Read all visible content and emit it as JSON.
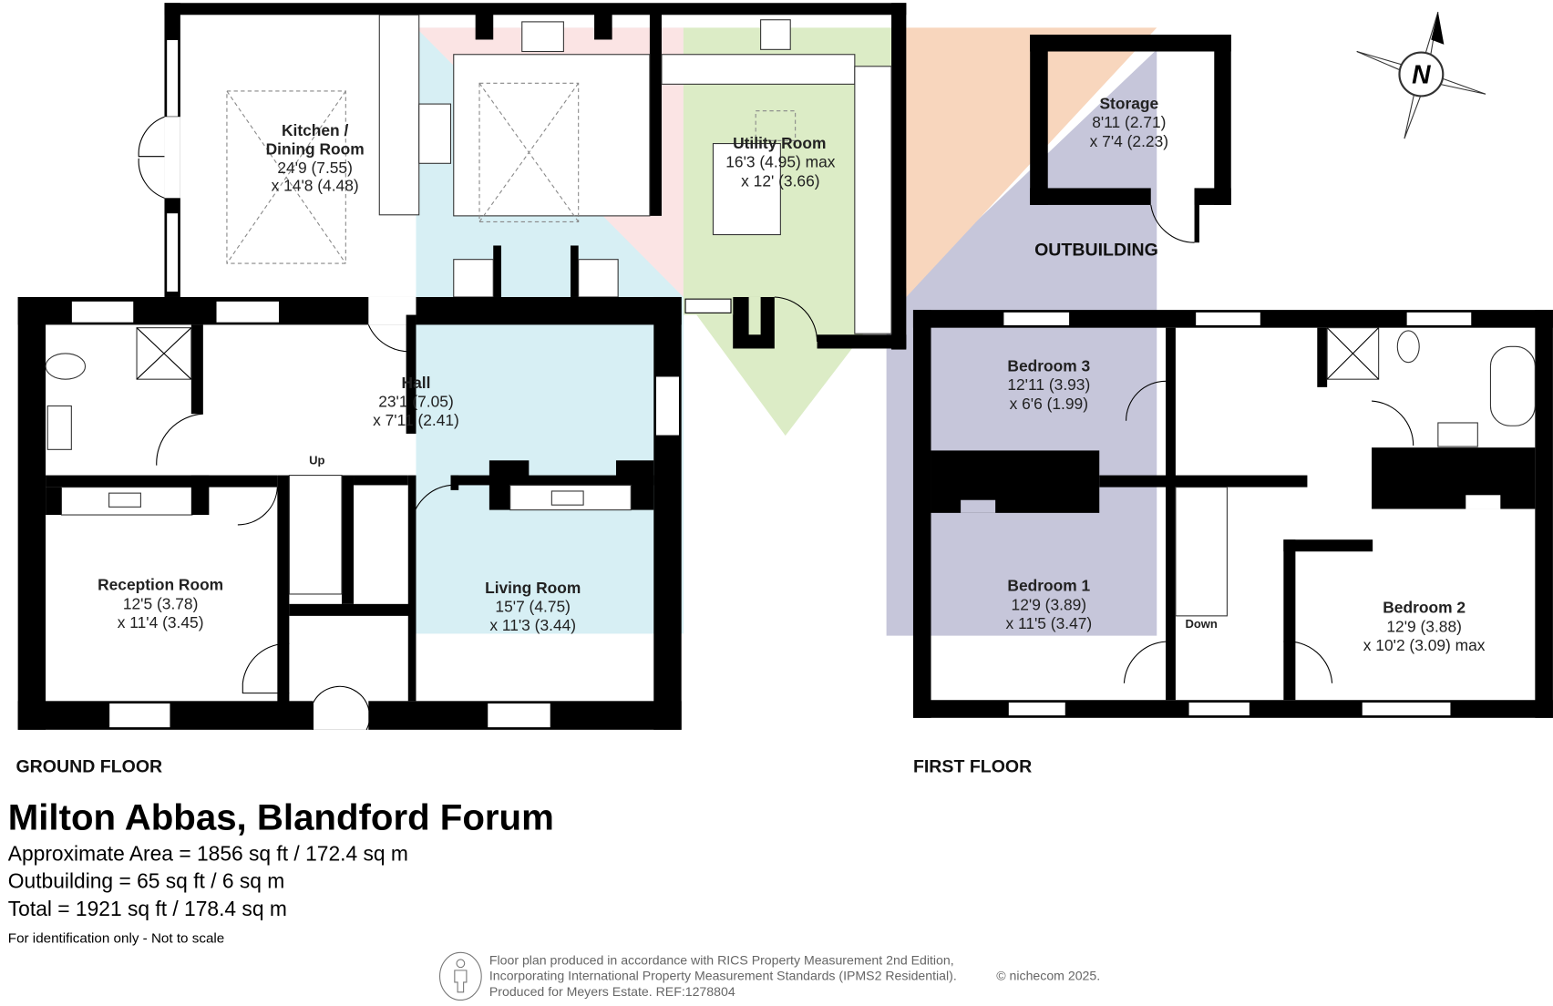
{
  "title": "Milton Abbas, Blandford Forum",
  "areas": [
    "Approximate Area = 1856 sq ft / 172.4 sq m",
    "Outbuilding = 65 sq ft / 6 sq m",
    "Total = 1921 sq ft / 178.4 sq m"
  ],
  "disclaimer": "For identification only - Not to scale",
  "footer": {
    "lines": [
      "Floor plan produced in accordance with RICS Property Measurement 2nd Edition,",
      "Incorporating International Property Measurement Standards (IPMS2 Residential).",
      "Produced for Meyers Estate.   REF:1278804"
    ],
    "copyright": "© nichecom 2025."
  },
  "floors": {
    "ground": "GROUND FLOOR",
    "first": "FIRST FLOOR",
    "outbuilding": "OUTBUILDING"
  },
  "compass_label": "N",
  "stairs": {
    "up": "Up",
    "down": "Down"
  },
  "rooms": {
    "kitchen": {
      "name1": "Kitchen /",
      "name2": "Dining Room",
      "dim1": "24'9 (7.55)",
      "dim2": "x 14'8 (4.48)"
    },
    "utility": {
      "name": "Utility Room",
      "dim1": "16'3 (4.95) max",
      "dim2": "x 12' (3.66)"
    },
    "hall": {
      "name": "Hall",
      "dim1": "23'1 (7.05)",
      "dim2": "x 7'11 (2.41)"
    },
    "reception": {
      "name": "Reception Room",
      "dim1": "12'5 (3.78)",
      "dim2": "x 11'4 (3.45)"
    },
    "living": {
      "name": "Living Room",
      "dim1": "15'7 (4.75)",
      "dim2": "x 11'3 (3.44)"
    },
    "storage": {
      "name": "Storage",
      "dim1": "8'11 (2.71)",
      "dim2": "x 7'4 (2.23)"
    },
    "bedroom3": {
      "name": "Bedroom 3",
      "dim1": "12'11 (3.93)",
      "dim2": "x 6'6 (1.99)"
    },
    "bedroom1": {
      "name": "Bedroom 1",
      "dim1": "12'9 (3.89)",
      "dim2": "x 11'5 (3.47)"
    },
    "bedroom2": {
      "name": "Bedroom 2",
      "dim1": "12'9 (3.88)",
      "dim2": "x 10'2 (3.09) max"
    }
  },
  "colors": {
    "living_overlay": "#d7eff4",
    "kitchen_overlay": "#fbe4e4",
    "utility_overlay": "#dcecc6",
    "outbuilding_overlay": "#f8d6bd",
    "bedroom_overlay": "#c6c6da"
  }
}
